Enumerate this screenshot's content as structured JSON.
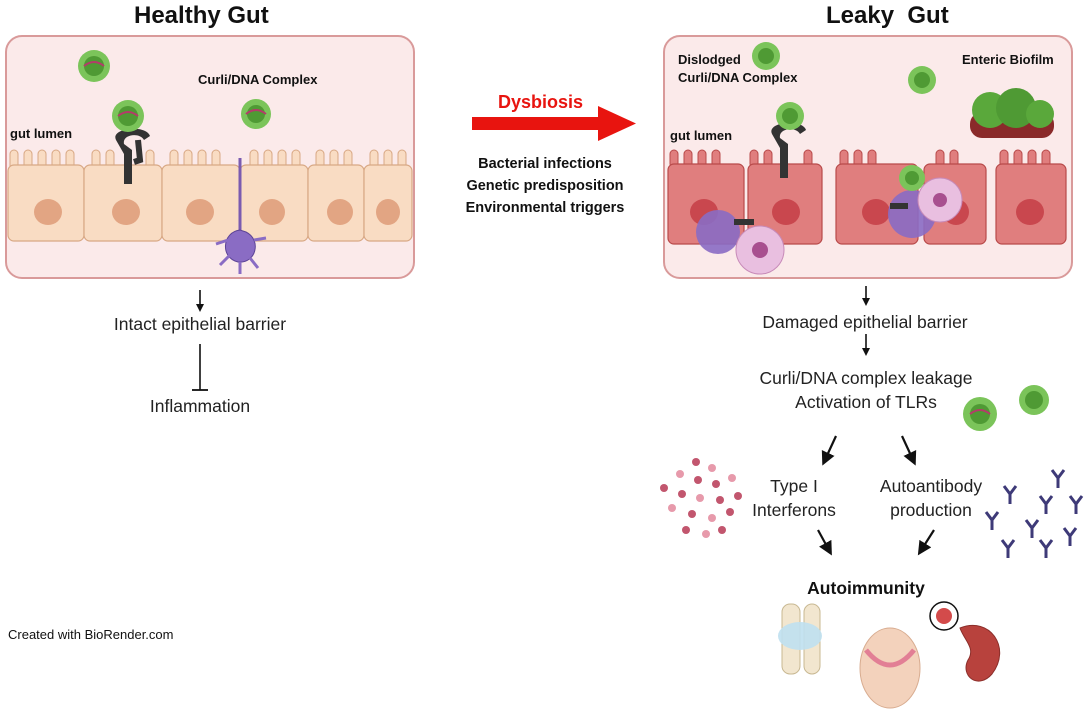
{
  "healthy": {
    "title": "Healthy Gut",
    "lumen_label": "gut lumen",
    "complex_label": "Curli/DNA Complex",
    "barrier": "Intact epithelial barrier",
    "inhibited": "Inflammation"
  },
  "transition": {
    "label": "Dysbiosis",
    "causes": [
      "Bacterial infections",
      "Genetic predisposition",
      "Environmental triggers"
    ],
    "arrow_color": "#e8140f"
  },
  "leaky": {
    "title": "Leaky  Gut",
    "dislodged_line1": "Dislodged",
    "dislodged_line2": "Curli/DNA Complex",
    "biofilm_label": "Enteric Biofilm",
    "lumen_label": "gut lumen",
    "barrier": "Damaged epithelial barrier",
    "leakage_line1": "Curli/DNA complex leakage",
    "leakage_line2": "Activation of TLRs",
    "interferon_line1": "Type I",
    "interferon_line2": "Interferons",
    "autoantibody_line1": "Autoantibody",
    "autoantibody_line2": "production",
    "outcome": "Autoimmunity"
  },
  "credit": "Created with BioRender.com",
  "colors": {
    "healthy_panel_bg": "#fbeaea",
    "healthy_cell": "#f9dcc3",
    "leaky_cell": "#e07e7e",
    "panel_border": "#d99a9a"
  }
}
